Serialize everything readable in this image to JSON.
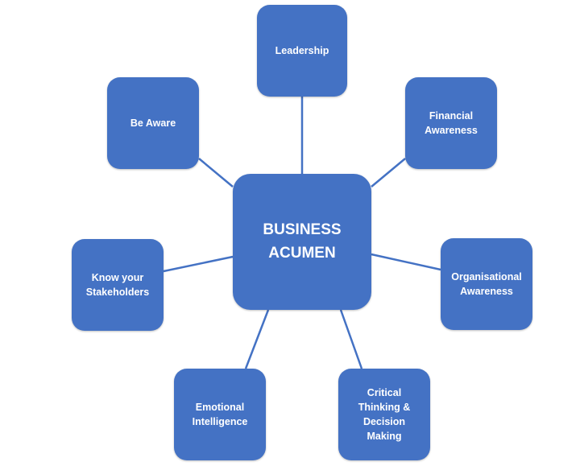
{
  "diagram": {
    "center_label": "BUSINESS\nACUMEN",
    "nodes": {
      "leadership": "Leadership",
      "financial_awareness": "Financial\nAwareness",
      "organisational_awareness": "Organisational\nAwareness",
      "critical_thinking": "Critical\nThinking &\nDecision\nMaking",
      "emotional_intelligence": "Emotional\nIntelligence",
      "know_your_stakeholders": "Know your\nStakeholders",
      "be_aware": "Be Aware"
    },
    "colors": {
      "box_fill": "#4472C4",
      "connector": "#4472C4",
      "text": "#ffffff"
    }
  }
}
